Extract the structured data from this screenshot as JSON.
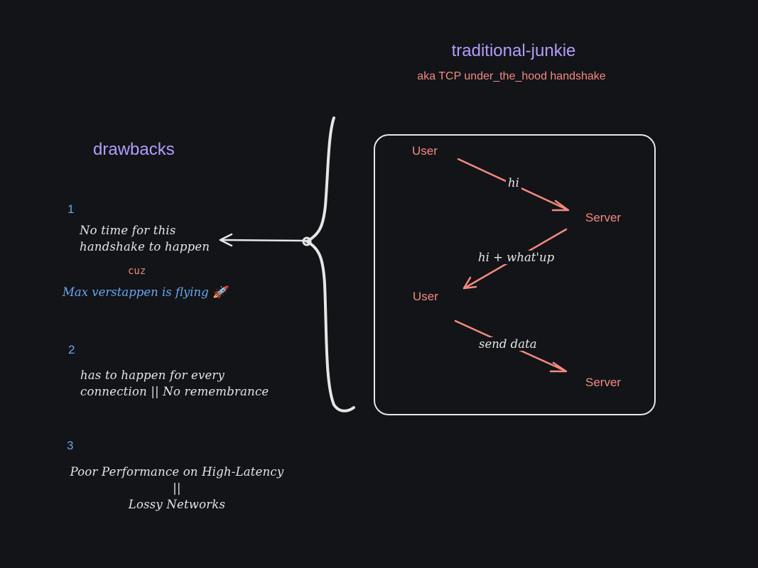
{
  "header": {
    "title": "traditional-junkie",
    "subtitle": "aka TCP under_the_hood handshake"
  },
  "drawbacks": {
    "heading": "drawbacks",
    "items": [
      {
        "number": "1",
        "line1": "No time for this",
        "line2": "handshake to happen",
        "connector": "cuz",
        "note": "Max verstappen is flying 🚀"
      },
      {
        "number": "2",
        "line1": "has to happen for every",
        "line2": "connection || No remembrance"
      },
      {
        "number": "3",
        "line1": "Poor Performance on High-Latency",
        "line2": "||",
        "line3": "Lossy Networks"
      }
    ]
  },
  "handshake": {
    "nodes": {
      "user_1": "User",
      "server_1": "Server",
      "user_2": "User",
      "server_2": "Server"
    },
    "messages": {
      "first": "hi",
      "second": "hi + what'up",
      "third": "send data"
    }
  },
  "colors": {
    "background": "#121418",
    "heading_purple": "#b39dfb",
    "accent_red": "#f48a80",
    "accent_blue": "#6aa6f0",
    "stroke_light": "#e6e6e6"
  }
}
